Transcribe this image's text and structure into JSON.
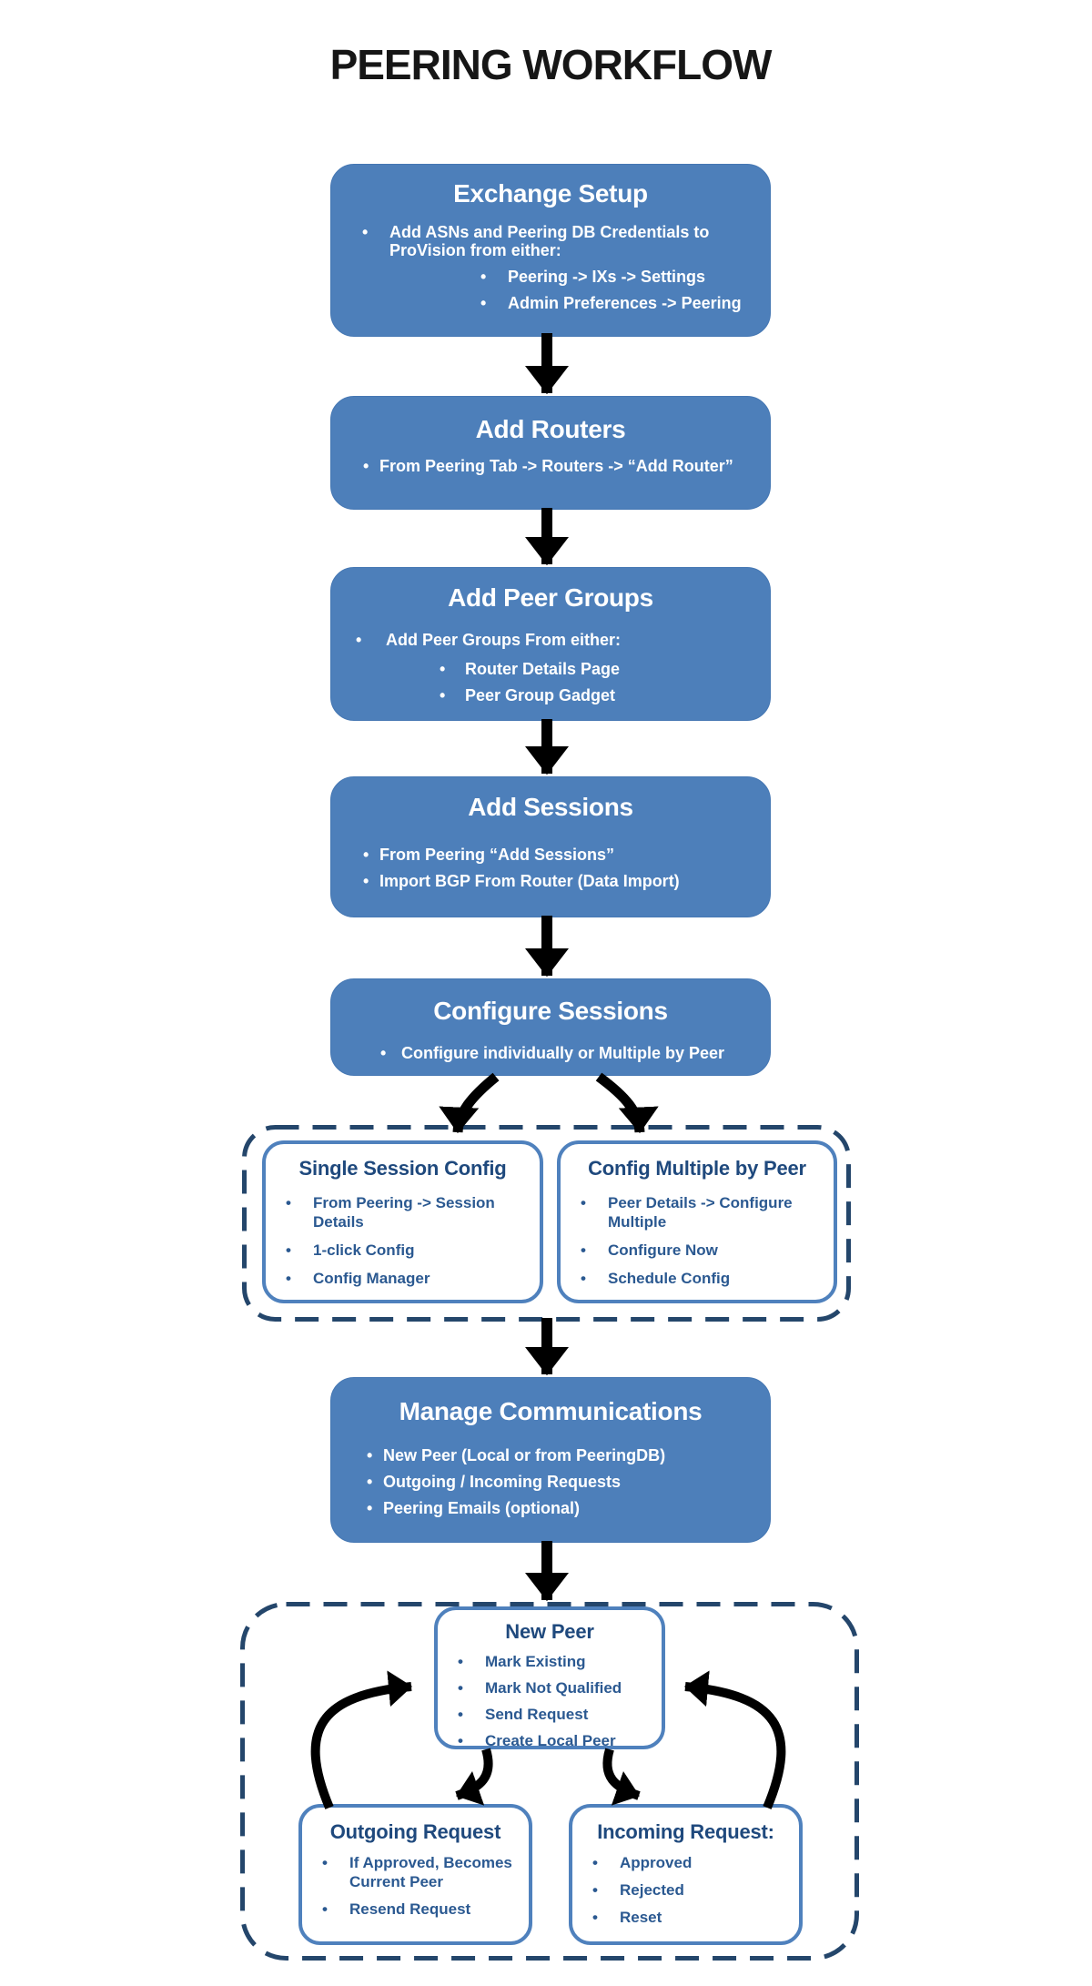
{
  "page": {
    "title": "PEERING WORKFLOW"
  },
  "colors": {
    "node_fill": "#4D7FBA",
    "node_text": "#FFFFFF",
    "outline_box_border": "#4F81BD",
    "outline_text": "#1F497D",
    "dashed_border": "#24466B",
    "arrow": "#000000",
    "title_text": "#161616"
  },
  "nodes": {
    "exchange_setup": {
      "title": "Exchange Setup",
      "bullets": [
        "Add ASNs and Peering DB Credentials to ProVision from either:",
        "Peering -> IXs -> Settings",
        "Admin Preferences -> Peering"
      ]
    },
    "add_routers": {
      "title": "Add Routers",
      "bullets": [
        "From Peering Tab -> Routers -> “Add Router”"
      ]
    },
    "add_peer_groups": {
      "title": "Add Peer Groups",
      "bullets": [
        "Add Peer Groups From either:",
        "Router Details Page",
        "Peer Group Gadget"
      ]
    },
    "add_sessions": {
      "title": "Add Sessions",
      "bullets": [
        "From  Peering “Add Sessions”",
        "Import BGP From Router (Data Import)"
      ]
    },
    "configure_sessions": {
      "title": "Configure Sessions",
      "bullets": [
        "Configure individually or Multiple by Peer"
      ]
    },
    "single_session_config": {
      "title": "Single Session Config",
      "bullets": [
        "From Peering -> Session Details",
        "1-click Config",
        "Config Manager"
      ]
    },
    "config_multiple_by_peer": {
      "title": "Config Multiple by Peer",
      "bullets": [
        "Peer Details -> Configure Multiple",
        "Configure Now",
        "Schedule Config"
      ]
    },
    "manage_communications": {
      "title": "Manage Communications",
      "bullets": [
        "New Peer (Local or from PeeringDB)",
        "Outgoing / Incoming Requests",
        "Peering Emails (optional)"
      ]
    },
    "new_peer": {
      "title": "New Peer",
      "bullets": [
        "Mark Existing",
        "Mark Not Qualified",
        "Send Request",
        "Create Local Peer"
      ]
    },
    "outgoing_request": {
      "title": "Outgoing Request",
      "bullets": [
        "If Approved, Becomes Current Peer",
        "Resend Request"
      ]
    },
    "incoming_request": {
      "title": "Incoming Request:",
      "bullets": [
        "Approved",
        "Rejected",
        "Reset"
      ]
    }
  },
  "edges": [
    {
      "from": "exchange_setup",
      "to": "add_routers"
    },
    {
      "from": "add_routers",
      "to": "add_peer_groups"
    },
    {
      "from": "add_peer_groups",
      "to": "add_sessions"
    },
    {
      "from": "add_sessions",
      "to": "configure_sessions"
    },
    {
      "from": "configure_sessions",
      "to": "single_session_config"
    },
    {
      "from": "configure_sessions",
      "to": "config_multiple_by_peer"
    },
    {
      "from": "config_group",
      "to": "manage_communications"
    },
    {
      "from": "manage_communications",
      "to": "communications_group"
    },
    {
      "from": "new_peer",
      "to": "outgoing_request"
    },
    {
      "from": "outgoing_request",
      "to": "new_peer"
    },
    {
      "from": "new_peer",
      "to": "incoming_request"
    },
    {
      "from": "incoming_request",
      "to": "new_peer"
    }
  ]
}
